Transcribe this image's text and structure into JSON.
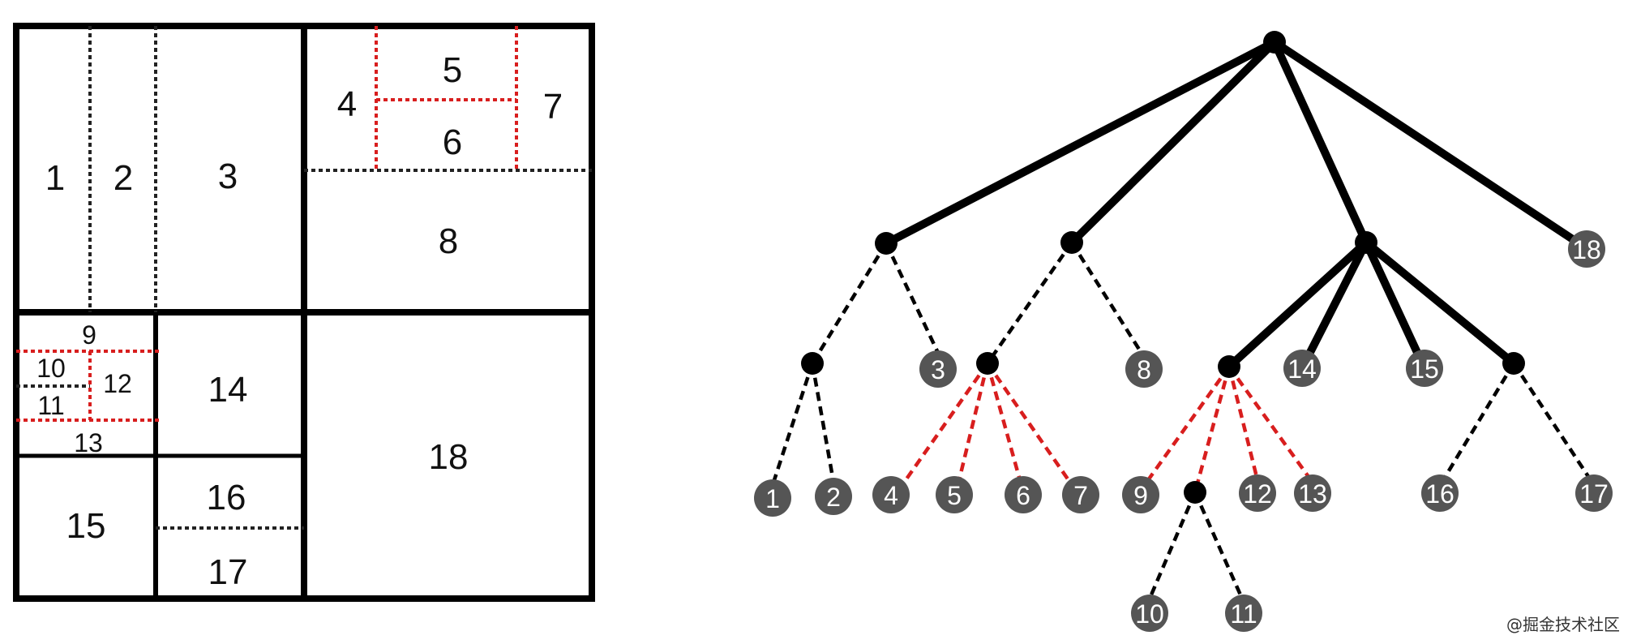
{
  "partition": {
    "labels": [
      "1",
      "2",
      "3",
      "4",
      "5",
      "6",
      "7",
      "8",
      "9",
      "10",
      "11",
      "12",
      "13",
      "14",
      "15",
      "16",
      "17",
      "18"
    ]
  },
  "tree": {
    "leaves": [
      "1",
      "2",
      "3",
      "4",
      "5",
      "6",
      "7",
      "8",
      "9",
      "10",
      "11",
      "12",
      "13",
      "14",
      "15",
      "16",
      "17",
      "18"
    ]
  },
  "watermark": "@掘金技术社区",
  "colors": {
    "line": "#000000",
    "split": "#d81e1e",
    "leaf": "#555555"
  }
}
